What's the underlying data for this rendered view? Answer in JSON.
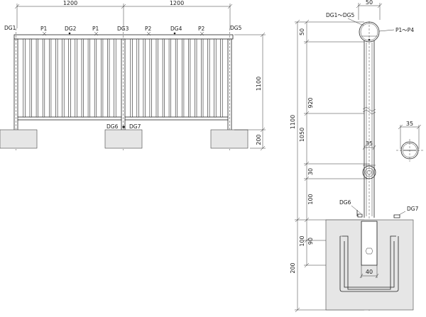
{
  "front_view": {
    "span_left": "1200",
    "span_right": "1200",
    "height_main": "1100",
    "height_base": "200",
    "markers": {
      "dg1": "DG1",
      "p1_left": "P1",
      "dg2": "DG2",
      "p1_right": "P1",
      "dg3": "DG3",
      "p2_left": "P2",
      "dg4": "DG4",
      "p2_right": "P2",
      "dg5": "DG5",
      "dg6": "DG6",
      "dg7": "DG7"
    }
  },
  "side_view": {
    "top_width": "50",
    "cap_label": "DG1～DG5",
    "rail_label": "P1～P4",
    "total_height": "1100",
    "dim_50": "50",
    "dim_920": "920",
    "dim_1050": "1050",
    "dim_35_inner": "35",
    "dim_30": "30",
    "dim_100_post": "100",
    "dg6": "DG6",
    "dg7": "DG7",
    "dim_100_base": "100",
    "dim_90": "90",
    "dim_200": "200",
    "dim_40": "40"
  },
  "detail": {
    "width": "35"
  }
}
